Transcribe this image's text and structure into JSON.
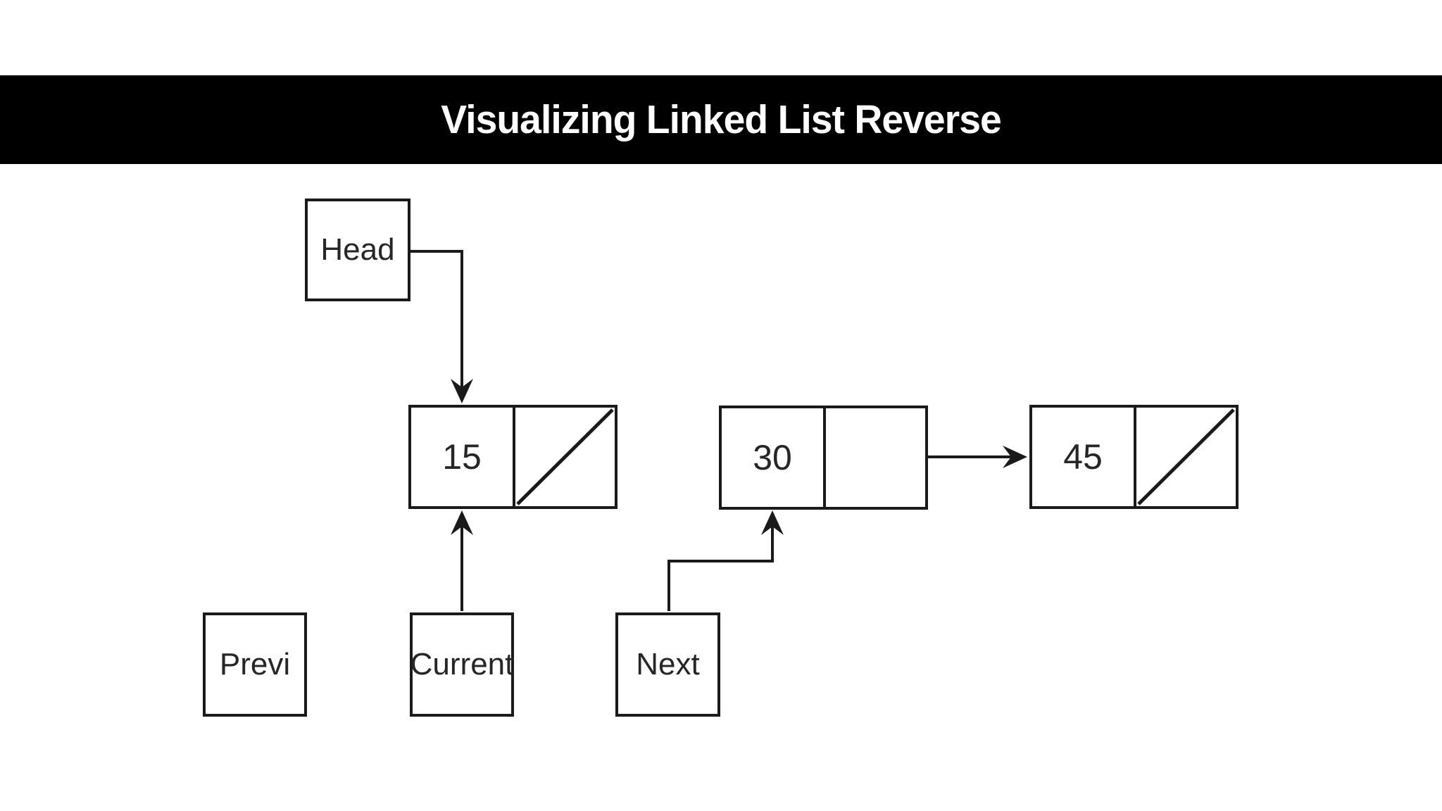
{
  "title": "Visualizing Linked List Reverse",
  "banner": {
    "background": "#000000",
    "text_color": "#ffffff"
  },
  "diagram": {
    "line_color": "#1a1a1a",
    "pointer_labels": {
      "head": "Head",
      "previous": "Previ",
      "current": "Current",
      "next": "Next"
    },
    "nodes": [
      {
        "value": "15",
        "next_pointer": "null-slash"
      },
      {
        "value": "30",
        "next_pointer": "empty"
      },
      {
        "value": "45",
        "next_pointer": "null-slash"
      }
    ],
    "edges": [
      {
        "from": "head-box",
        "to": "node-15-top"
      },
      {
        "from": "current-box",
        "to": "node-15-bottom"
      },
      {
        "from": "next-box",
        "to": "node-30-bottom"
      },
      {
        "from": "node-30-next-cell",
        "to": "node-45-left"
      }
    ]
  }
}
